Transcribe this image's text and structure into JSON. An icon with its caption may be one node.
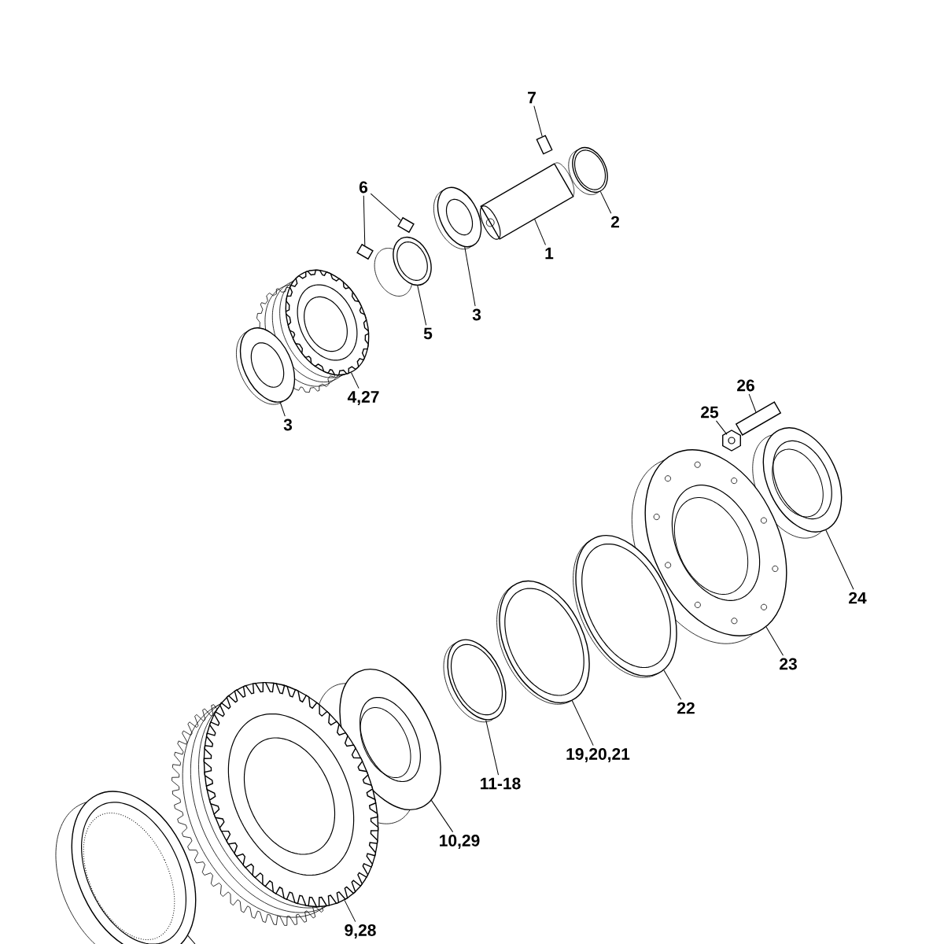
{
  "diagram": {
    "nodes": [
      {
        "text": [
          "7"
        ]
      },
      {
        "text": [],
        "shape": "picture"
      },
      {
        "text": [
          "6"
        ]
      },
      {
        "text": [],
        "shape": "picture"
      },
      {
        "text": [],
        "shape": "picture"
      },
      {
        "text": [
          "2"
        ]
      },
      {
        "text": [],
        "shape": "picture"
      },
      {
        "text": [
          "1"
        ]
      },
      {
        "text": [],
        "shape": "picture"
      },
      {
        "text": [
          "3"
        ]
      },
      {
        "text": [],
        "shape": "picture"
      },
      {
        "text": [
          "5"
        ]
      },
      {
        "text": [],
        "shape": "picture"
      },
      {
        "text": [
          "3"
        ]
      },
      {
        "text": [],
        "shape": "picture"
      },
      {
        "text": [
          "4,27"
        ]
      },
      {
        "text": [],
        "shape": "picture"
      },
      {
        "text": [
          "26"
        ]
      },
      {
        "text": [],
        "shape": "picture"
      },
      {
        "text": [
          "25"
        ]
      },
      {
        "text": [],
        "shape": "picture"
      },
      {
        "text": [
          "24"
        ]
      },
      {
        "text": [],
        "shape": "picture"
      },
      {
        "text": [
          "23"
        ]
      },
      {
        "text": [],
        "shape": "picture"
      },
      {
        "text": [
          "22"
        ]
      },
      {
        "text": [],
        "shape": "picture"
      },
      {
        "text": [
          "19,20,21"
        ]
      },
      {
        "text": [],
        "shape": "picture"
      },
      {
        "text": [
          "11-18"
        ]
      },
      {
        "text": [],
        "shape": "picture"
      },
      {
        "text": [
          "10,29"
        ]
      },
      {
        "text": [],
        "shape": "picture"
      },
      {
        "text": [
          "9,28"
        ]
      },
      {
        "text": [],
        "shape": "picture"
      },
      {
        "text": [],
        "shape": "picture"
      }
    ],
    "edges": [
      {
        "from": 0,
        "to": 1,
        "arrow": "none"
      },
      {
        "from": 2,
        "to": 3,
        "arrow": "none"
      },
      {
        "from": 2,
        "to": 4,
        "arrow": "none"
      },
      {
        "from": 5,
        "to": 6,
        "arrow": "none"
      },
      {
        "from": 7,
        "to": 8,
        "arrow": "none"
      },
      {
        "from": 9,
        "to": 10,
        "arrow": "none"
      },
      {
        "from": 11,
        "to": 12,
        "arrow": "none"
      },
      {
        "from": 13,
        "to": 14,
        "arrow": "none"
      },
      {
        "from": 15,
        "to": 16,
        "arrow": "none"
      },
      {
        "from": 17,
        "to": 18,
        "arrow": "none"
      },
      {
        "from": 19,
        "to": 20,
        "arrow": "none"
      },
      {
        "from": 21,
        "to": 22,
        "arrow": "none"
      },
      {
        "from": 23,
        "to": 24,
        "arrow": "none"
      },
      {
        "from": 25,
        "to": 26,
        "arrow": "none"
      },
      {
        "from": 27,
        "to": 28,
        "arrow": "none"
      },
      {
        "from": 29,
        "to": 30,
        "arrow": "none"
      },
      {
        "from": 31,
        "to": 32,
        "arrow": "none"
      },
      {
        "from": 33,
        "to": 34,
        "arrow": "none"
      },
      {
        "from": null,
        "to": 35,
        "arrow": "none"
      }
    ]
  }
}
